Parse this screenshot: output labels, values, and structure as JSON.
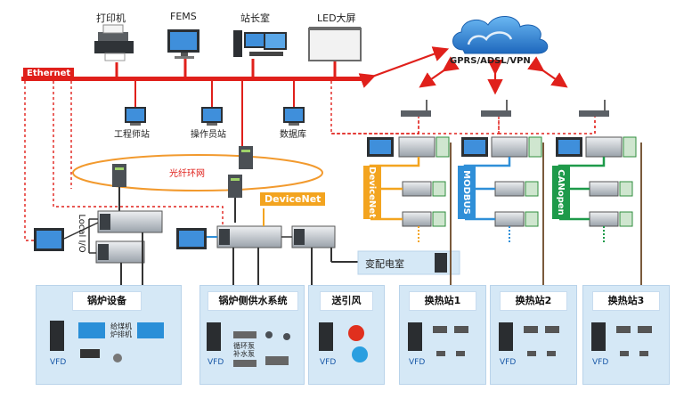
{
  "devices": {
    "printer": "打印机",
    "fems": "FEMS",
    "station_master": "站长室",
    "led_screen": "LED大屏",
    "engineer_station": "工程师站",
    "operator_station": "操作员站",
    "database": "数据库"
  },
  "network": {
    "ethernet": "Ethernet",
    "wan": "GPRS/ADSL/VPN",
    "fiber_ring": "光纤环网",
    "devicenet_box": "DeviceNet",
    "local_io": "Local I/O",
    "substation": "变配电室"
  },
  "buses": {
    "devicenet": "DeviceNet",
    "modbus": "MODBUS",
    "canopen": "CANopen"
  },
  "panels": {
    "boiler": "锅炉设备",
    "boiler_water": "锅炉侧供水系统",
    "fan": "送引风",
    "hx1": "换热站1",
    "hx2": "换热站2",
    "hx3": "换热站3"
  },
  "panel_items": {
    "vfd": "VFD",
    "feeder_slag": "给煤机\n炉排机",
    "pumps": "循环泵\n补水泵"
  },
  "colors": {
    "ethernet": "#e0201b",
    "devicenet": "#f3a41f",
    "modbus": "#2f8fd8",
    "canopen": "#1e9a4a",
    "ring": "#f29a2e",
    "panel": "#d5e8f6",
    "cloud": "#2a79c8"
  }
}
